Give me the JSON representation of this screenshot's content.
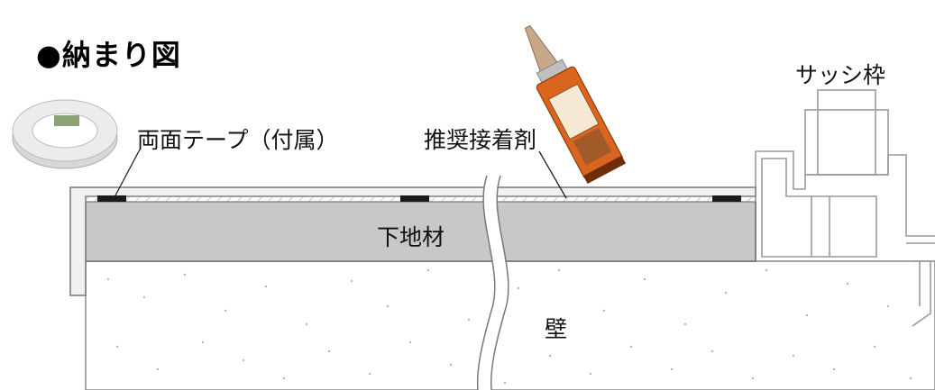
{
  "title": "●納まり図",
  "labels": {
    "tape": "両面テープ（付属）",
    "adhesive": "推奨接着剤",
    "sash": "サッシ枠",
    "base": "下地材",
    "wall": "壁"
  },
  "colors": {
    "base_material": "#c8c8c8",
    "board": "#f1f1f1",
    "tape_strip": "#1a1a1a",
    "tube_body": "#d9651f"
  }
}
